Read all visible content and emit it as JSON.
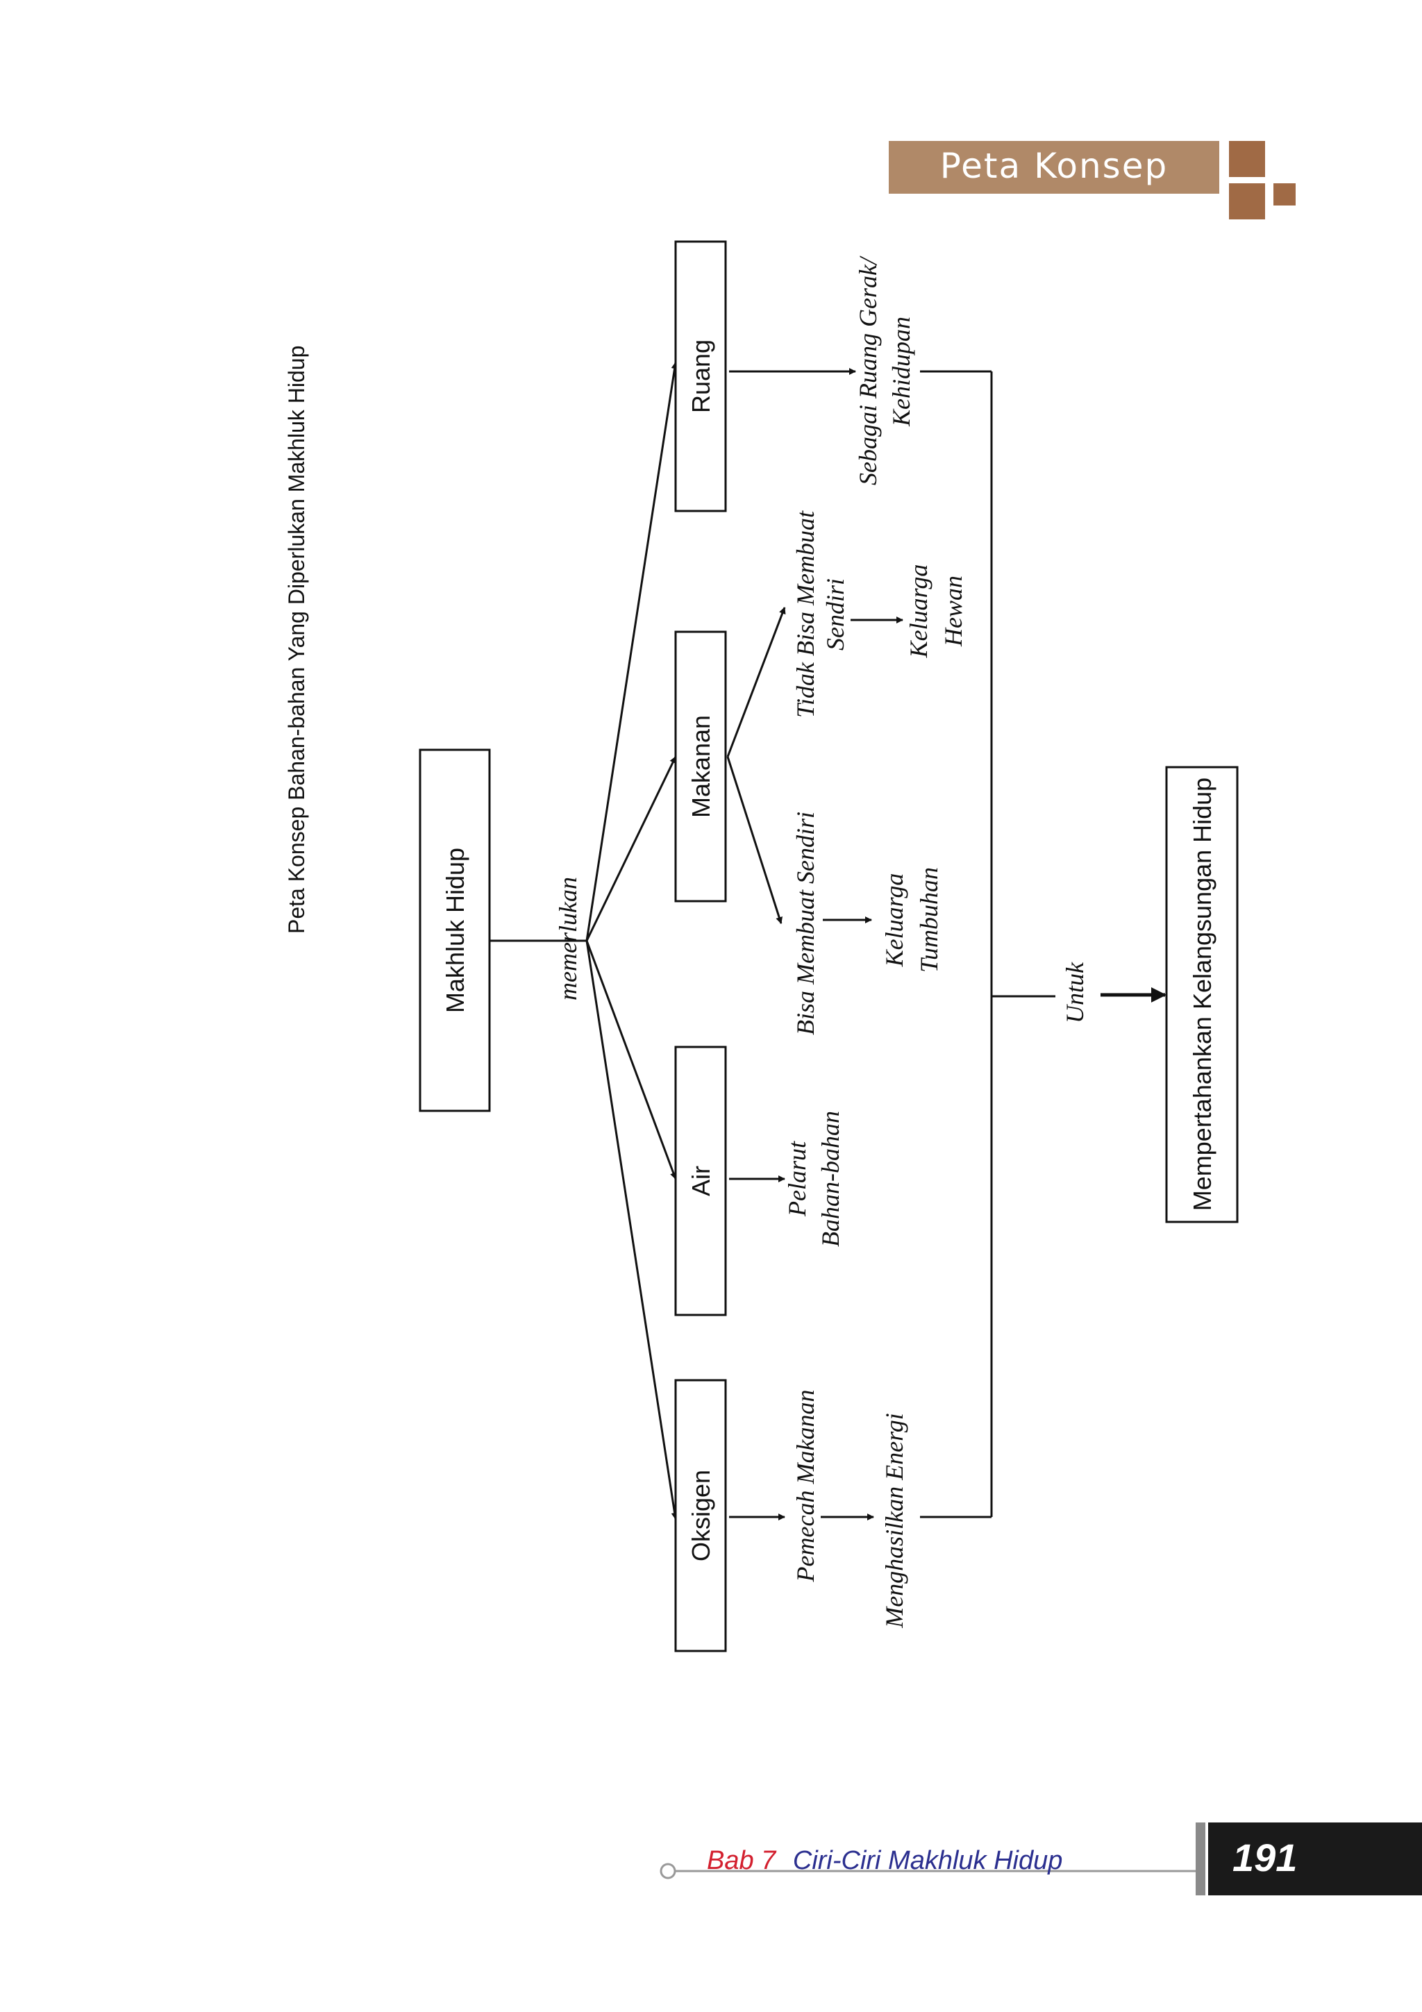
{
  "header": {
    "title": "Peta Konsep",
    "colors": {
      "banner": "#B08968",
      "squares": "#A06A45"
    }
  },
  "diagram": {
    "caption": "Peta Konsep Bahan-bahan Yang Diperlukan Makhluk Hidup",
    "root": "Makhluk Hidup",
    "root_link": "memerlukan",
    "needs": {
      "oksigen": "Oksigen",
      "air": "Air",
      "makanan": "Makanan",
      "ruang": "Ruang"
    },
    "oksigen_1": "Pemecah Makanan",
    "oksigen_2": "Menghasilkan Energi",
    "air_1a": "Pelarut",
    "air_1b": "Bahan-bahan",
    "makanan_a": "Bisa Membuat Sendiri",
    "makanan_a_sub1": "Keluarga",
    "makanan_a_sub2": "Tumbuhan",
    "makanan_b1": "Tidak Bisa Membuat",
    "makanan_b2": "Sendiri",
    "makanan_b_sub1": "Keluarga",
    "makanan_b_sub2": "Hewan",
    "ruang_1a": "Sebagai Ruang Gerak/",
    "ruang_1b": "Kehidupan",
    "link_untuk": "Untuk",
    "goal": "Mempertahankan Kelangsungan Hidup"
  },
  "footer": {
    "chapter_label": "Bab 7",
    "chapter_title": "Ciri-Ciri Makhluk Hidup",
    "page_number": "191",
    "colors": {
      "chapter_label": "#D3202F",
      "chapter_title": "#2B2F8F",
      "page_box": "#1a1a1a"
    }
  }
}
